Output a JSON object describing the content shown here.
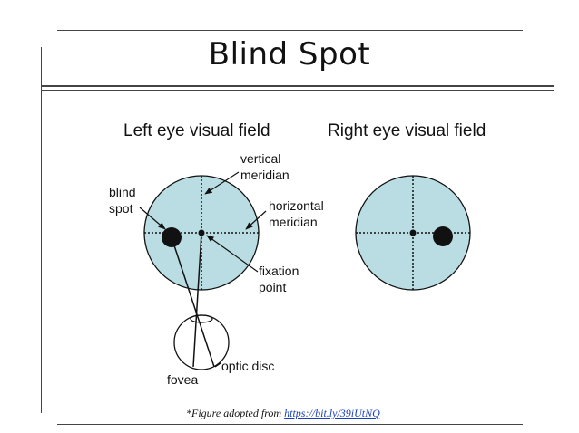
{
  "slide": {
    "title": "Blind Spot"
  },
  "diagram": {
    "left_field_title": "Left eye visual field",
    "right_field_title": "Right eye visual field",
    "labels": {
      "vertical_meridian": [
        "vertical",
        "meridian"
      ],
      "blind_spot": [
        "blind",
        "spot"
      ],
      "horizontal_meridian": [
        "horizontal",
        "meridian"
      ],
      "fixation_point": [
        "fixation",
        "point"
      ],
      "optic_disc": "optic disc",
      "fovea": "fovea"
    },
    "colors": {
      "field_fill": "#b9dde2",
      "stroke": "#111111"
    }
  },
  "caption": {
    "prefix": "*Figure adopted from ",
    "link_text": "https://bit.ly/39iUtNQ"
  }
}
